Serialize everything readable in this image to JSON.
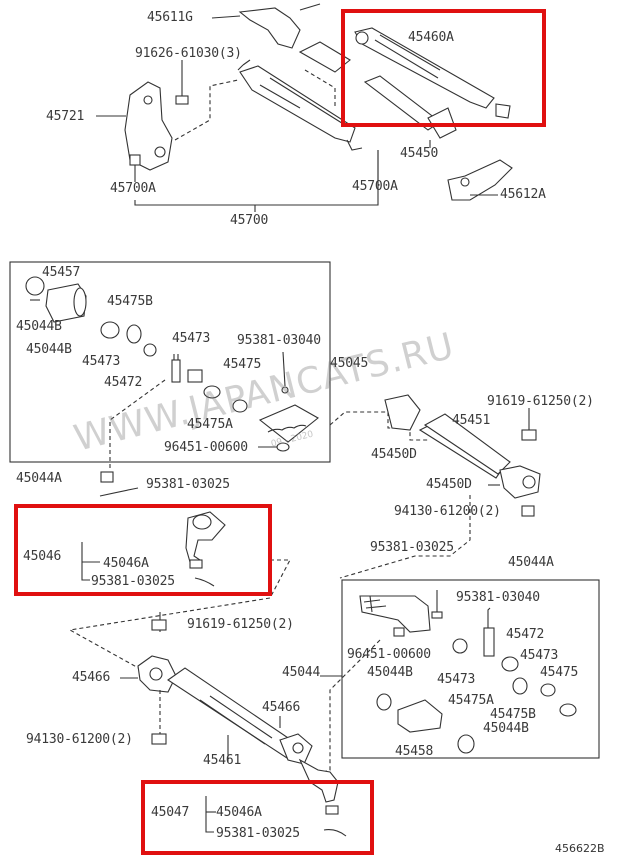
{
  "diagram": {
    "drawing_code": "456622B",
    "watermark": "WWW.JAPANCATS.RU",
    "watermark_small": "09 - 2020",
    "labels": {
      "p45611G": "45611G",
      "p91626": "91626-61030(3)",
      "p45721": "45721",
      "p45700A_l": "45700A",
      "p45700A_r": "45700A",
      "p45700": "45700",
      "p45460A": "45460A",
      "p45450": "45450",
      "p45612A": "45612A",
      "p45457": "45457",
      "p45044B_1": "45044B",
      "p45044B_2": "45044B",
      "p45475B_1": "45475B",
      "p45473_1": "45473",
      "p45473_2": "45473",
      "p45472_1": "45472",
      "p95381_3004_1": "95381-03040",
      "p45475_1": "45475",
      "p45045": "45045",
      "p45475A_1": "45475A",
      "p96451_1": "96451-00600",
      "p45044A_1": "45044A",
      "p95381_3025_1": "95381-03025",
      "p45450D_1": "45450D",
      "p45451": "45451",
      "p91619_1": "91619-61250(2)",
      "p45450D_2": "45450D",
      "p94130_1": "94130-61200(2)",
      "p45046": "45046",
      "p45046A_1": "45046A",
      "p95381_3025_2": "95381-03025",
      "p95381_3025_3": "95381-03025",
      "p45044A_2": "45044A",
      "p95381_3004_2": "95381-03040",
      "p91619_2": "91619-61250(2)",
      "p45472_2": "45472",
      "p96451_2": "96451-00600",
      "p45473_3": "45473",
      "p45466_l": "45466",
      "p45044": "45044",
      "p45044B_3": "45044B",
      "p45473_4": "45473",
      "p45475_2": "45475",
      "p45475A_2": "45475A",
      "p45475B_2": "45475B",
      "p45044B_4": "45044B",
      "p45458": "45458",
      "p94130_2": "94130-61200(2)",
      "p45466_r": "45466",
      "p45461": "45461",
      "p45047": "45047",
      "p45046A_2": "45046A",
      "p95381_3025_4": "95381-03025"
    },
    "highlight_color": "#e01010"
  }
}
